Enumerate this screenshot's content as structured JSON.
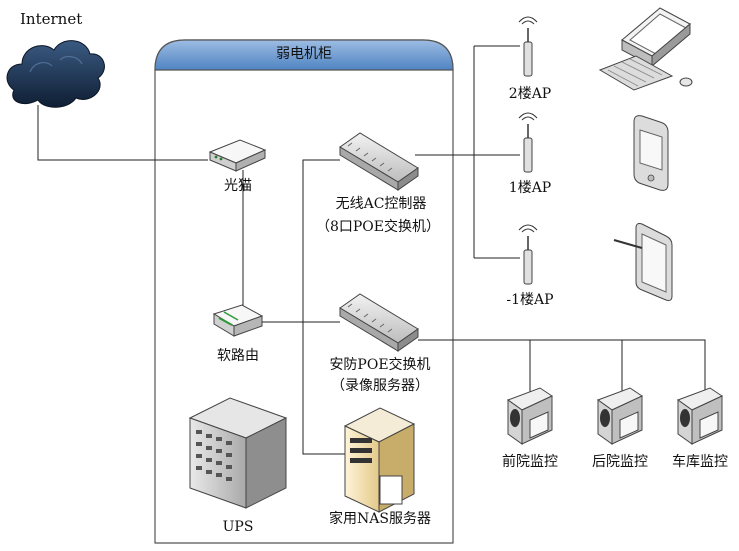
{
  "internet": "Internet",
  "cabinet": {
    "title": "弱电机柜"
  },
  "devices": {
    "modem": "光猫",
    "router": "软路由",
    "ac_switch_line1": "无线AC控制器",
    "ac_switch_line2": "（8口POE交换机）",
    "security_switch_line1": "安防POE交换机",
    "security_switch_line2": "（录像服务器）",
    "ups": "UPS",
    "nas": "家用NAS服务器"
  },
  "access_points": [
    {
      "label": "2楼AP"
    },
    {
      "label": "1楼AP"
    },
    {
      "label": "-1楼AP"
    }
  ],
  "cameras": [
    {
      "label": "前院监控"
    },
    {
      "label": "后院监控"
    },
    {
      "label": "车库监控"
    }
  ],
  "colors": {
    "cabinet_header": "#5d8fc9",
    "cabinet_border": "#555555",
    "cloud": "#1f3552",
    "line": "#222222"
  }
}
